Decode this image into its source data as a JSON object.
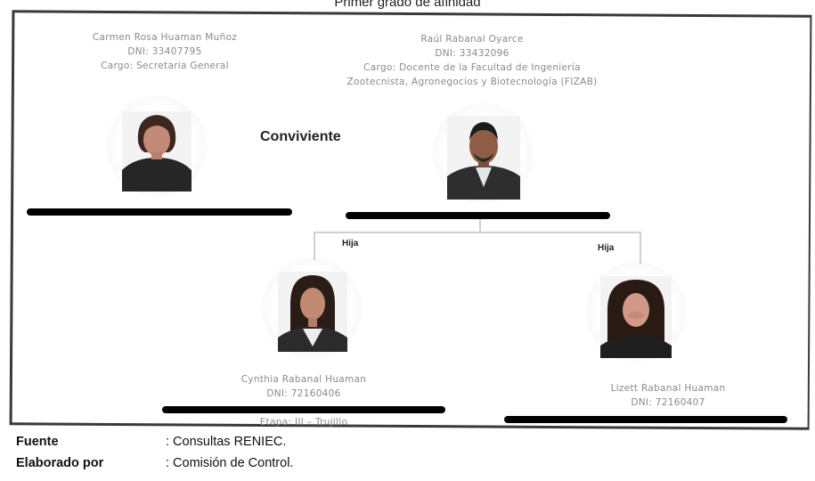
{
  "header": {
    "title": "Primer grado de afinidad"
  },
  "relation_label": "Conviviente",
  "child_label": "Hija",
  "persons": {
    "carmen": {
      "name": "Carmen Rosa Huaman Muñoz",
      "dni": "DNI: 33407795",
      "cargo": "Cargo: Secretaria General"
    },
    "raul": {
      "name": "Raúl Rabanal Oyarce",
      "dni": "DNI: 33432096",
      "cargo_1": "Cargo: Docente de la Facultad de Ingeniería",
      "cargo_2": "Zootecnista, Agronegocios y Biotecnología (FIZAB)"
    },
    "cynthia": {
      "name": "Cynthia Rabanal Huaman",
      "dni": "DNI: 72160406",
      "etapa": "Etapa: III – Trujillo"
    },
    "lizett": {
      "name": "Lizett Rabanal Huaman",
      "dni": "DNI: 72160407"
    }
  },
  "footer": {
    "source_label": "Fuente",
    "source_value": ": Consultas RENIEC.",
    "author_label": "Elaborado por",
    "author_value": ": Comisión de Control."
  },
  "colors": {
    "redaction": "#000000",
    "text_gray": "#8a8a8a",
    "frame": "#3a3a3a"
  }
}
